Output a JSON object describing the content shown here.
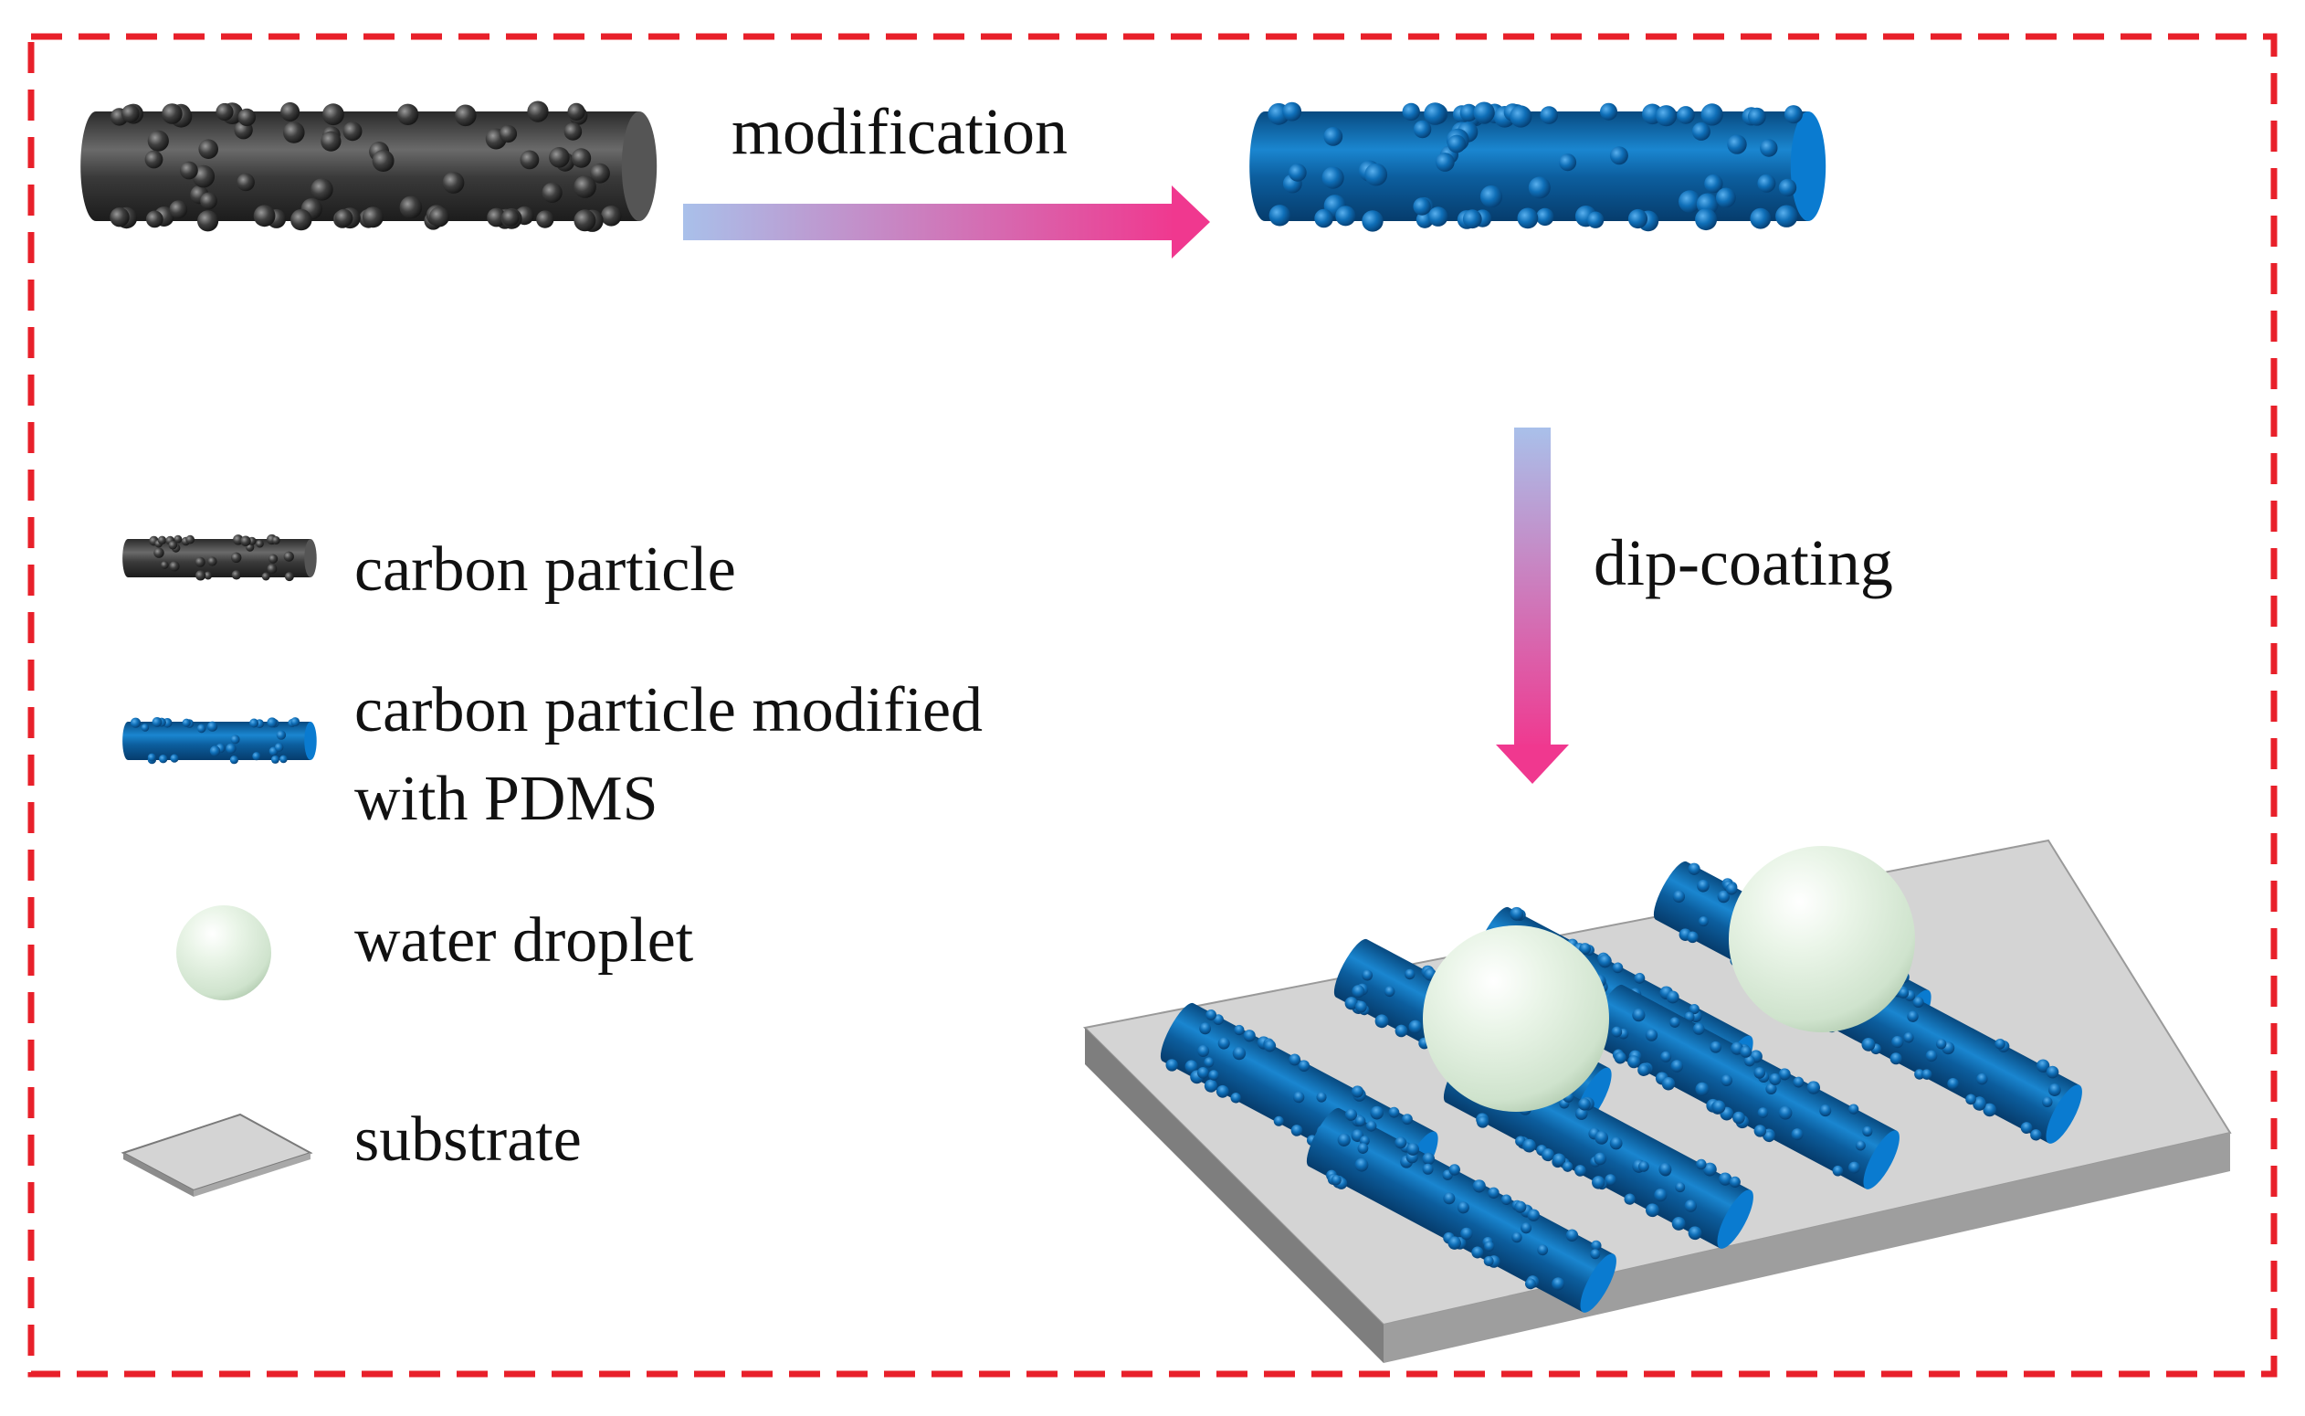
{
  "arrows": {
    "top": {
      "label": "modification"
    },
    "right": {
      "label": "dip-coating"
    }
  },
  "legend": {
    "items": [
      {
        "key": "carbon",
        "lines": [
          "carbon particle"
        ]
      },
      {
        "key": "modified",
        "lines": [
          "carbon particle modified",
          "with PDMS"
        ]
      },
      {
        "key": "droplet",
        "lines": [
          "water droplet"
        ]
      },
      {
        "key": "substrate",
        "lines": [
          "substrate"
        ]
      }
    ]
  },
  "colors": {
    "border": "#e8202a",
    "carbon": "#3c3c3c",
    "pdms": "#0e6fb8",
    "droplet": "#dfeedd",
    "substrate_top": "#d4d4d4",
    "substrate_side": "#888888",
    "gradient_start": "#a9c0ea",
    "gradient_end": "#f0388f"
  }
}
